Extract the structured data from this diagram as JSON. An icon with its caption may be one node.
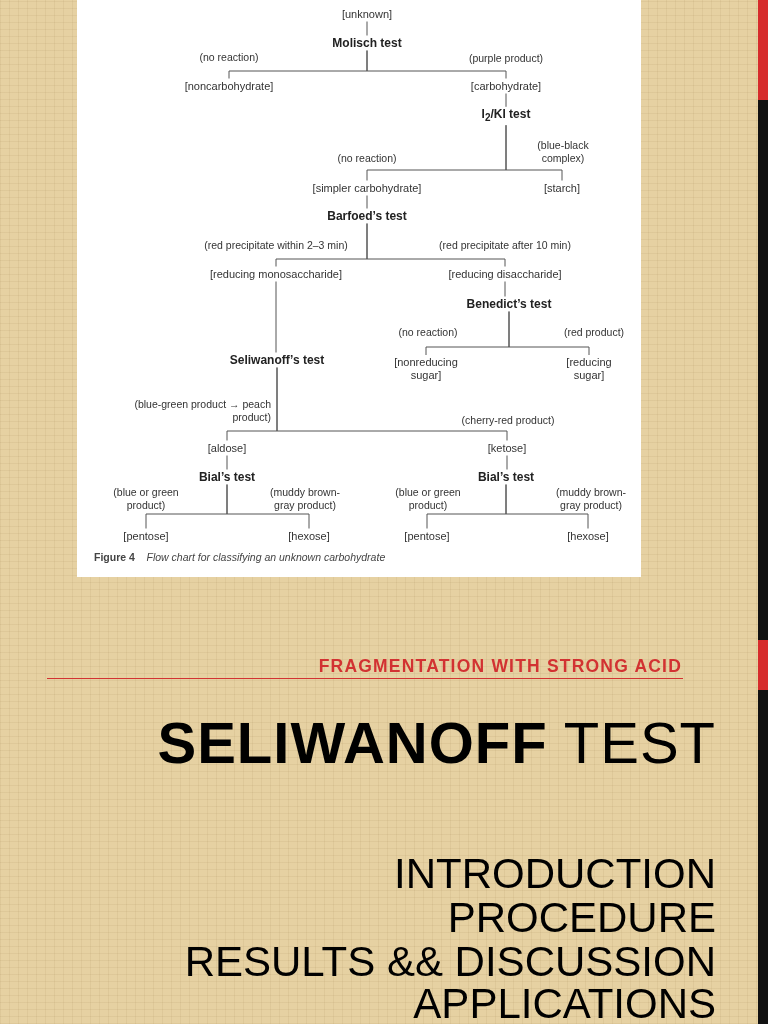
{
  "diagram": {
    "title": "**SELIWANOFF** TEST",
    "caption": "**Figure 4**    *Flow chart for classifying an unknown carbohydrate*",
    "nodes": [
      {
        "text": [
          "[unknown]"
        ]
      },
      {
        "text": [
          "Molisch test"
        ]
      },
      {
        "text": [
          "[noncarbohydrate]"
        ]
      },
      {
        "text": [
          "[carbohydrate]"
        ]
      },
      {
        "text": [
          "I$_{2}$/KI test"
        ]
      },
      {
        "text": [
          "[simpler carbohydrate]"
        ]
      },
      {
        "text": [
          "[starch]"
        ]
      },
      {
        "text": [
          "Barfoed’s test"
        ]
      },
      {
        "text": [
          "[reducing monosaccharide]"
        ]
      },
      {
        "text": [
          "[reducing disaccharide]"
        ]
      },
      {
        "text": [
          "Benedict’s test"
        ]
      },
      {
        "text": [
          "Seliwanoff’s test"
        ]
      },
      {
        "text": [
          "[nonreducing sugar]"
        ]
      },
      {
        "text": [
          "[reducing sugar]"
        ]
      },
      {
        "text": [
          "[aldose]"
        ]
      },
      {
        "text": [
          "[ketose]"
        ]
      },
      {
        "text": [
          "Bial’s test"
        ]
      },
      {
        "text": [
          "Bial’s test"
        ]
      },
      {
        "text": [
          "[pentose]"
        ]
      },
      {
        "text": [
          "[hexose]"
        ]
      },
      {
        "text": [
          "[pentose]"
        ]
      },
      {
        "text": [
          "[hexose]"
        ]
      }
    ],
    "edges": [
      {
        "from": 0,
        "to": 1,
        "arrow": "none"
      },
      {
        "from": 1,
        "to": 2,
        "arrow": "none",
        "label": "(no reaction)"
      },
      {
        "from": 1,
        "to": 3,
        "arrow": "none",
        "label": "(purple product)"
      },
      {
        "from": 3,
        "to": 4,
        "arrow": "none"
      },
      {
        "from": 4,
        "to": 5,
        "arrow": "none",
        "label": "(no reaction)"
      },
      {
        "from": 4,
        "to": 6,
        "arrow": "none",
        "label": "(blue-black complex)"
      },
      {
        "from": 5,
        "to": 7,
        "arrow": "none"
      },
      {
        "from": 7,
        "to": 8,
        "arrow": "none",
        "label": "(red precipitate within 2–3 min)"
      },
      {
        "from": 7,
        "to": 9,
        "arrow": "none",
        "label": "(red precipitate after 10 min)"
      },
      {
        "from": 9,
        "to": 10,
        "arrow": "none"
      },
      {
        "from": 10,
        "to": 12,
        "arrow": "none",
        "label": "(no reaction)"
      },
      {
        "from": 10,
        "to": 13,
        "arrow": "none",
        "label": "(red product)"
      },
      {
        "from": 8,
        "to": 11,
        "arrow": "none"
      },
      {
        "from": 11,
        "to": 14,
        "arrow": "none",
        "label": "(blue-green product → peach product)"
      },
      {
        "from": 11,
        "to": 15,
        "arrow": "none",
        "label": "(cherry-red product)"
      },
      {
        "from": 14,
        "to": 16,
        "arrow": "none"
      },
      {
        "from": 15,
        "to": 17,
        "arrow": "none"
      },
      {
        "from": 16,
        "to": 18,
        "arrow": "none",
        "label": "(blue or green product)"
      },
      {
        "from": 16,
        "to": 19,
        "arrow": "none",
        "label": "(muddy brown-gray product)"
      },
      {
        "from": 17,
        "to": 20,
        "arrow": "none",
        "label": "(blue or green product)"
      },
      {
        "from": 17,
        "to": 21,
        "arrow": "none",
        "label": "(muddy brown-gray product)"
      }
    ],
    "labels": [
      "FRAGMENTATION WITH STRONG ACID",
      "INTRODUCTION",
      "PROCEDURE",
      "RESULTS && DISCUSSION",
      "APPLICATIONS"
    ]
  }
}
